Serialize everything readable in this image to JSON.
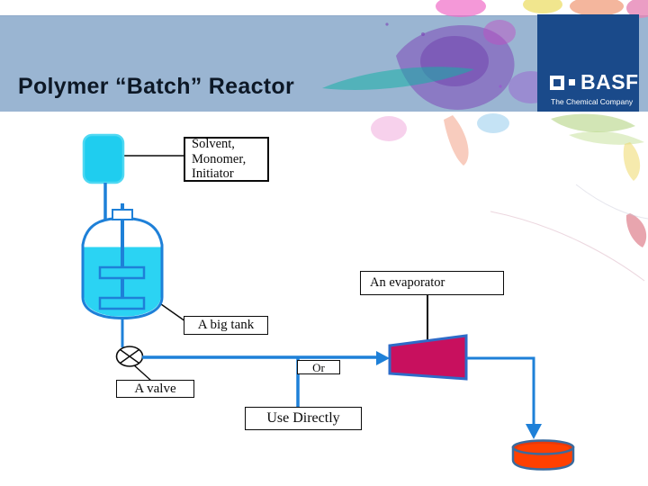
{
  "slide": {
    "title": "Polymer “Batch” Reactor"
  },
  "logo": {
    "brand": "BASF",
    "tagline": "The Chemical Company",
    "background": "#1A4A8A"
  },
  "diagram": {
    "labels": {
      "feed_line1": "Solvent,",
      "feed_line2": "Monomer,",
      "feed_line3": "Initiator",
      "big_tank": "A big tank",
      "valve": "A valve",
      "evaporator": "An evaporator",
      "or": "Or",
      "use_directly": "Use Directly"
    },
    "colors": {
      "header_band": "#9AB5D2",
      "title_text": "#0D1826",
      "pipe_blue": "#1E80D8",
      "liquid_cyan": "#2BD3F3",
      "feed_tank_cyan": "#1FCDEF",
      "evaporator_fill": "#C8105E",
      "evaporator_stroke": "#2E6BC8",
      "drum_orange": "#FF4000",
      "drum_stroke": "#3A6B9E",
      "label_border": "#0a0a0a"
    }
  }
}
